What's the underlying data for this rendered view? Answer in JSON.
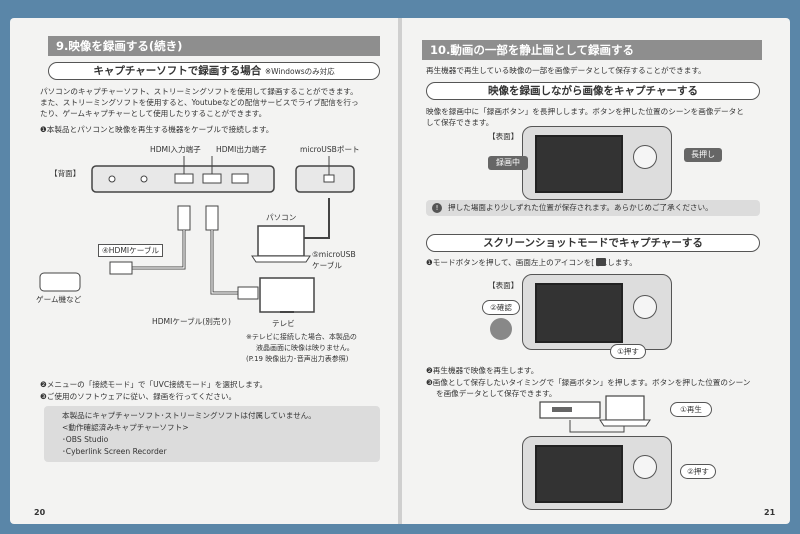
{
  "left": {
    "section_title": "9.映像を録画する(続き)",
    "subhead": "キャプチャーソフトで録画する場合",
    "subhead_note": "※Windowsのみ対応",
    "intro_lines": [
      "パソコンのキャプチャーソフト、ストリーミングソフトを使用して録画することができます。",
      "また、ストリーミングソフトを使用すると、Youtubeなどの配信サービスでライブ配信を行っ",
      "たり、ゲームキャプチャーとして使用したりすることができます。"
    ],
    "step1": "❶本製品とパソコンと映像を再生する機器をケーブルで接続します。",
    "diagram": {
      "back_label": "【背面】",
      "hdmi_in": "HDMI入力端子",
      "hdmi_out": "HDMI出力端子",
      "microusb_port": "microUSBポート",
      "pc": "パソコン",
      "hdmi_cable": "④HDMIケーブル",
      "microusb_cable_1": "⑤microUSB",
      "microusb_cable_2": "ケーブル",
      "game": "ゲーム機など",
      "hdmi_cable_sep": "HDMIケーブル(別売り)",
      "tv": "テレビ",
      "tv_note_1": "※テレビに接続した場合、本製品の",
      "tv_note_2": "液晶画面に映像は映りません。",
      "tv_note_3": "(P.19 映像出力･音声出力表参照)"
    },
    "step2": "❷メニューの「接続モード」で「UVC接続モード」を選択します。",
    "step3": "❸ご使用のソフトウェアに従い、録画を行ってください。",
    "note_lines": [
      "本製品にキャプチャーソフト･ストリーミングソフトは付属していません。",
      "<動作確認済みキャプチャーソフト>",
      "･OBS Studio",
      "･Cyberlink Screen Recorder"
    ],
    "page_number": "20"
  },
  "right": {
    "section_title": "10.動画の一部を静止画として録画する",
    "intro": "再生機器で再生している映像の一部を画像データとして保存することができます。",
    "subhead1": "映像を録画しながら画像をキャプチャーする",
    "sub1_lines": [
      "映像を録画中に「録画ボタン」を長押しします。ボタンを押した位置のシーンを画像データと",
      "して保存できます。"
    ],
    "front_label_1": "【表面】",
    "recording": "録画中",
    "long_press": "長押し",
    "warn": "押した場面より少しずれた位置が保存されます。あらかじめご了承ください。",
    "subhead2": "スクリーンショットモードでキャプチャーする",
    "step1": "❶モードボタンを押して、画面左上のアイコンを[ ]にします。",
    "front_label_2": "【表面】",
    "confirm": "②確認",
    "press1": "①押す",
    "step2": "❷再生機器で映像を再生します。",
    "step3_1": "❸画像として保存したいタイミングで「録画ボタン」を押します。ボタンを押した位置のシーン",
    "step3_2": "を画像データとして保存できます。",
    "play": "①再生",
    "press2": "②押す",
    "page_number": "21"
  }
}
